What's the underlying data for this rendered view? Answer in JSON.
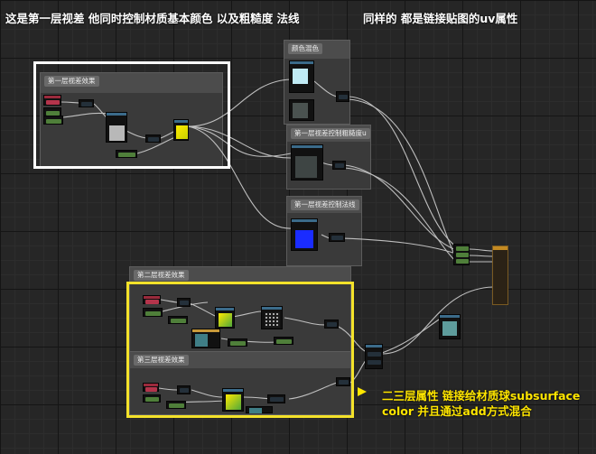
{
  "annotations": {
    "top_left": "这是第一层视差  他同时控制材质基本颜色 以及粗糙度 法线",
    "top_right": "同样的 都是链接贴图的uv属性",
    "bottom_note_line1": "二三层属性 链接给材质球subsurface",
    "bottom_note_line2": "color    并且通过add方式混合"
  },
  "comments": {
    "layer1_parallax": "第一层视差效果",
    "color_blend": "颜色混色",
    "layer1_roughness": "第一层视差控制粗糙度u",
    "layer1_normal": "第一层视差控制法线",
    "layer2_parallax": "第二层视差效果",
    "layer3_parallax": "第三层视差效果"
  },
  "colors": {
    "white_frame": "#ffffff",
    "yellow_frame": "#f4e22a",
    "annotation_yellow": "#ffe600",
    "wire": "#cfcfcf"
  }
}
